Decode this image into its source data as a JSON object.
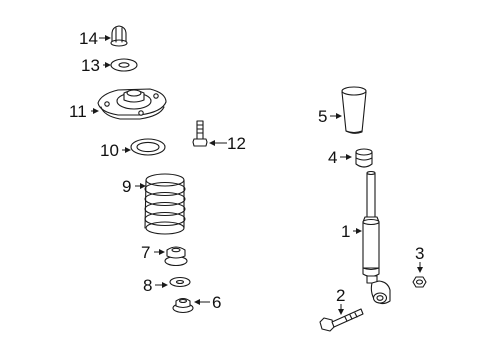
{
  "diagram": {
    "type": "exploded-parts-diagram",
    "callouts": [
      {
        "id": "callout-1",
        "label": "1"
      },
      {
        "id": "callout-2",
        "label": "2"
      },
      {
        "id": "callout-3",
        "label": "3"
      },
      {
        "id": "callout-4",
        "label": "4"
      },
      {
        "id": "callout-5",
        "label": "5"
      },
      {
        "id": "callout-6",
        "label": "6"
      },
      {
        "id": "callout-7",
        "label": "7"
      },
      {
        "id": "callout-8",
        "label": "8"
      },
      {
        "id": "callout-9",
        "label": "9"
      },
      {
        "id": "callout-10",
        "label": "10"
      },
      {
        "id": "callout-11",
        "label": "11"
      },
      {
        "id": "callout-12",
        "label": "12"
      },
      {
        "id": "callout-13",
        "label": "13"
      },
      {
        "id": "callout-14",
        "label": "14"
      }
    ]
  }
}
